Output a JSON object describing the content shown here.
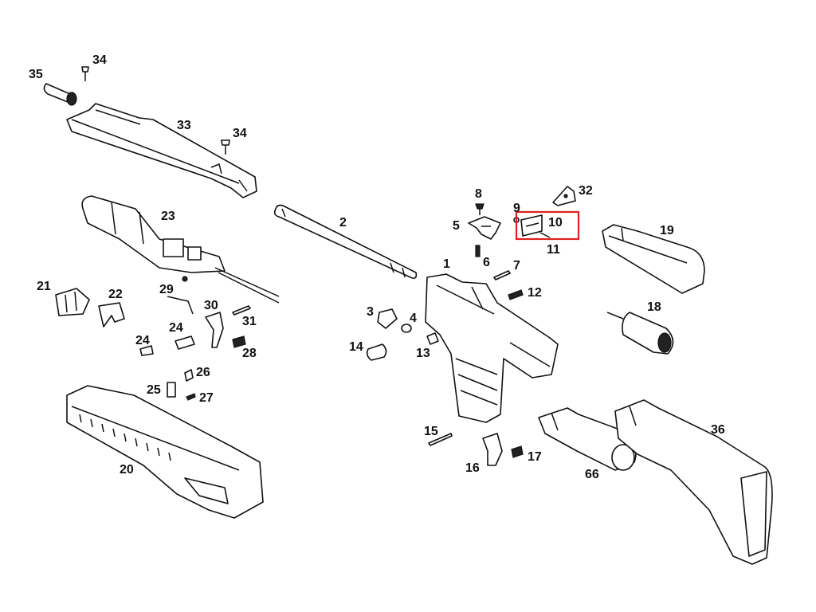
{
  "diagram": {
    "highlight_color": "#e02020",
    "ink_color": "#111111",
    "highlighted_part": "10",
    "part_numbers": [
      "1",
      "2",
      "3",
      "4",
      "5",
      "6",
      "7",
      "8",
      "9",
      "10",
      "11",
      "12",
      "13",
      "14",
      "15",
      "16",
      "17",
      "18",
      "19",
      "20",
      "21",
      "22",
      "23",
      "24",
      "25",
      "26",
      "27",
      "28",
      "29",
      "30",
      "31",
      "32",
      "33",
      "34",
      "35",
      "36",
      "66"
    ]
  }
}
